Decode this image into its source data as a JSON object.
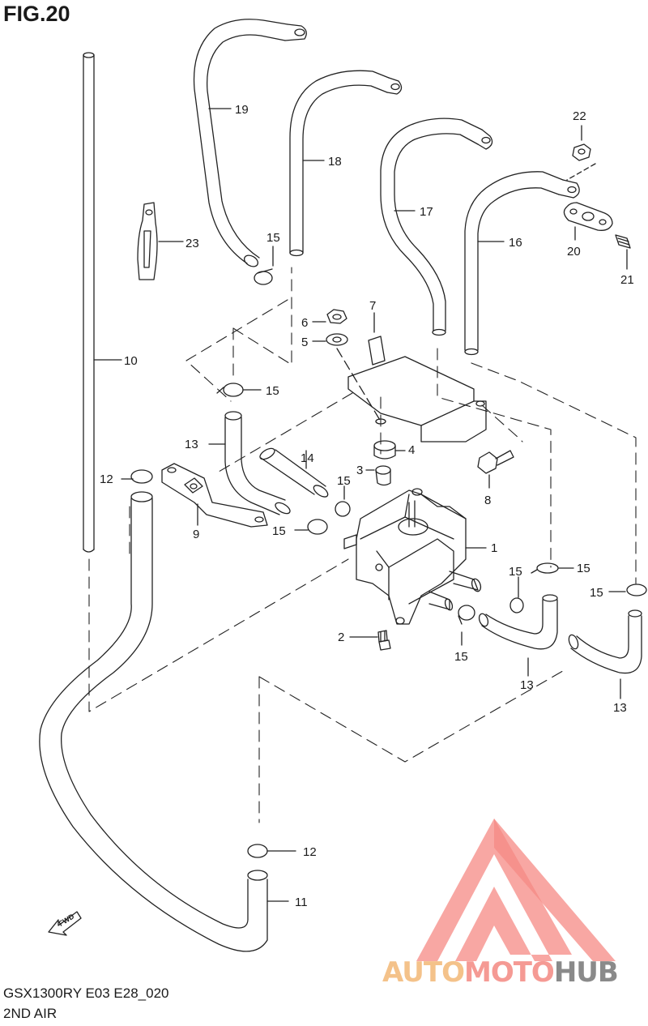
{
  "figure": {
    "title": "FIG.20",
    "model_code": "GSX1300RY E03 E28_020",
    "section_name": "2ND AIR"
  },
  "callouts": [
    "19",
    "18",
    "17",
    "16",
    "22",
    "20",
    "21",
    "23",
    "15",
    "6",
    "5",
    "7",
    "10",
    "4",
    "3",
    "13",
    "14",
    "12",
    "9",
    "8",
    "1",
    "2",
    "11"
  ],
  "watermark": {
    "part1": "AUTO",
    "part2": "MOTO",
    "part3": "HUB",
    "colors": {
      "auto": "#f4c28a",
      "moto": "#f59a94",
      "hub": "#8a8a8a",
      "mark": "#f58a84"
    }
  },
  "fwd_label": "FWD"
}
